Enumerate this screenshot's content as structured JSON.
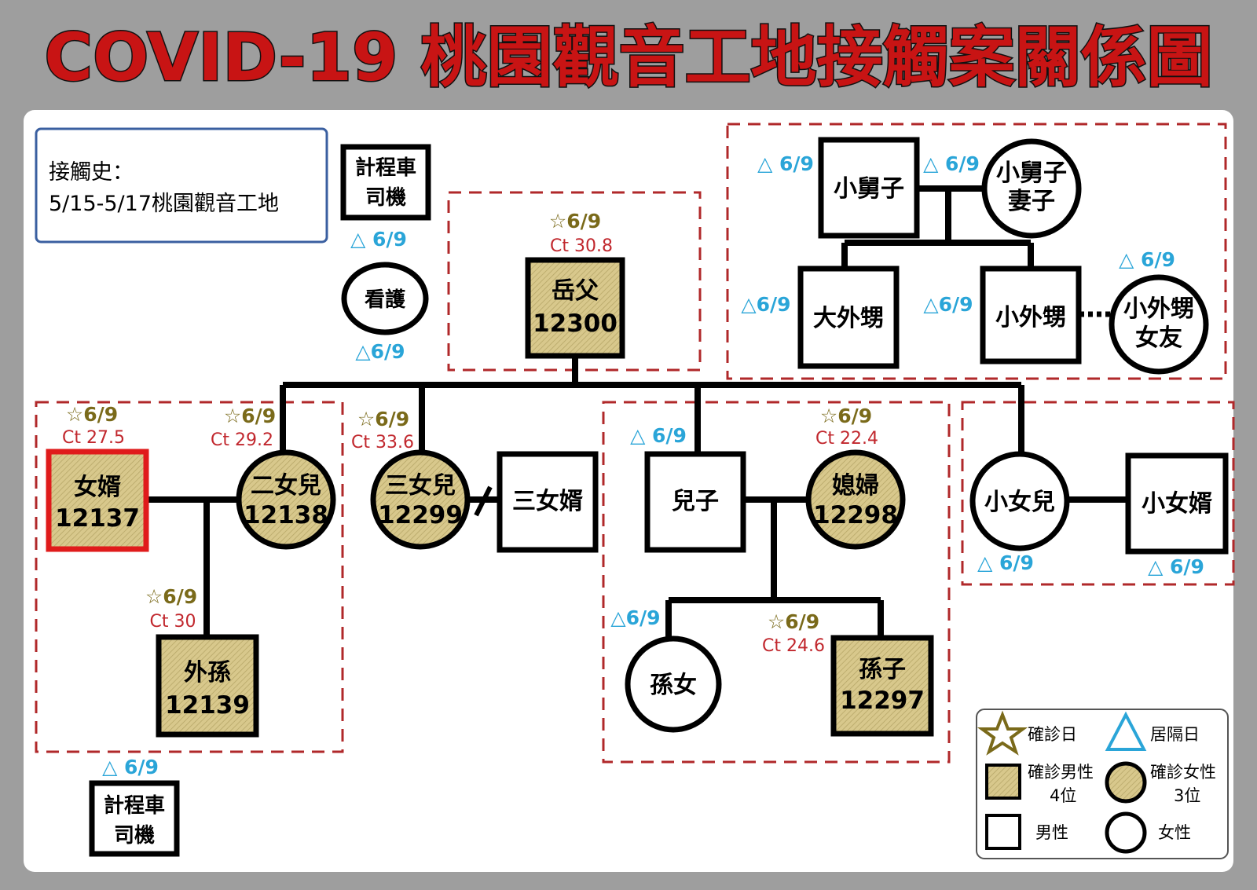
{
  "title": "COVID-19 桃園觀音工地接觸案關係圖",
  "history": {
    "line1": "接觸史：",
    "line2": "5/15-5/17桃園觀音工地"
  },
  "nodes": {
    "taxi_top": {
      "label1": "計程車",
      "label2": "司機",
      "quarantine": "△ 6/9"
    },
    "nurse": {
      "label": "看護",
      "quarantine": "△6/9"
    },
    "father_in_law": {
      "label": "岳父",
      "id": "12300",
      "confirmed": "☆6/9",
      "ct": "Ct 30.8"
    },
    "son_in_law": {
      "label": "女婿",
      "id": "12137",
      "confirmed": "☆6/9",
      "ct": "Ct 27.5"
    },
    "second_daughter": {
      "label": "二女兒",
      "id": "12138",
      "confirmed": "☆6/9",
      "ct": "Ct 29.2"
    },
    "grandson_out": {
      "label": "外孫",
      "id": "12139",
      "confirmed": "☆6/9",
      "ct": "Ct 30"
    },
    "third_daughter": {
      "label": "三女兒",
      "id": "12299",
      "confirmed": "☆6/9",
      "ct": "Ct 33.6"
    },
    "third_son_in_law": {
      "label": "三女婿"
    },
    "son": {
      "label": "兒子",
      "quarantine": "△ 6/9"
    },
    "daughter_in_law": {
      "label": "媳婦",
      "id": "12298",
      "confirmed": "☆6/9",
      "ct": "Ct 22.4"
    },
    "granddaughter": {
      "label": "孫女",
      "quarantine": "△6/9"
    },
    "grandson": {
      "label": "孫子",
      "id": "12297",
      "confirmed": "☆6/9",
      "ct": "Ct 24.6"
    },
    "youngest_daughter": {
      "label": "小女兒",
      "quarantine": "△ 6/9"
    },
    "youngest_son_in_law": {
      "label": "小女婿",
      "quarantine": "△ 6/9"
    },
    "brother_in_law": {
      "label": "小舅子",
      "quarantine": "△ 6/9"
    },
    "brother_in_law_wife": {
      "label1": "小舅子",
      "label2": "妻子",
      "quarantine": "△ 6/9"
    },
    "elder_nephew": {
      "label": "大外甥",
      "quarantine": "△6/9"
    },
    "younger_nephew": {
      "label": "小外甥",
      "quarantine": "△6/9"
    },
    "nephew_girlfriend": {
      "label1": "小外甥",
      "label2": "女友",
      "quarantine": "△ 6/9"
    },
    "taxi_bottom": {
      "label1": "計程車",
      "label2": "司機",
      "quarantine": "△ 6/9"
    }
  },
  "legend": {
    "confirmed_date": "確診日",
    "quarantine_date": "居隔日",
    "confirmed_male": "確診男性",
    "confirmed_male_count": "4位",
    "confirmed_female": "確診女性",
    "confirmed_female_count": "3位",
    "male": "男性",
    "female": "女性"
  },
  "colors": {
    "title_red": "#c81414",
    "dash_red": "#b0282a",
    "quarantine_blue": "#2aa5d8",
    "confirmed_gold": "#7a6a1a",
    "ct_red": "#c1272d",
    "index_case_border": "#e01b1b",
    "hatch_fill": "#d8c88c"
  }
}
